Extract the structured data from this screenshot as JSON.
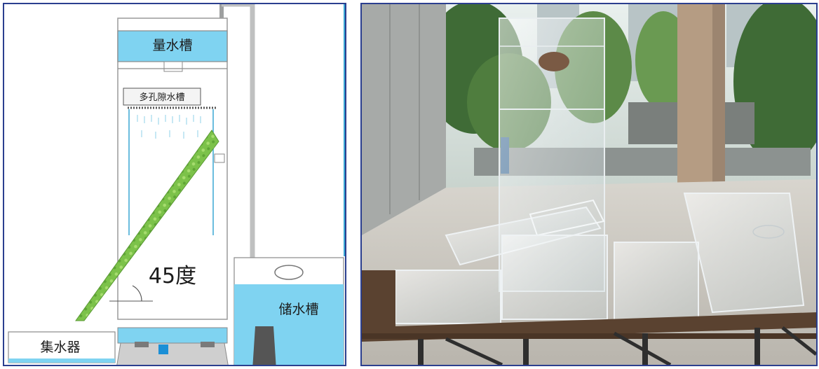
{
  "schematic": {
    "measuring_tank_label": "量水槽",
    "porous_tank_label": "多孔隙水槽",
    "angle_label": "45度",
    "storage_tank_label": "储水槽",
    "collector_label": "集水器"
  },
  "colors": {
    "water": "#7fd3f1",
    "pipe": "#bfc0c0",
    "vegetation": "#7cc24a",
    "frame_border": "#2b3f8f"
  }
}
